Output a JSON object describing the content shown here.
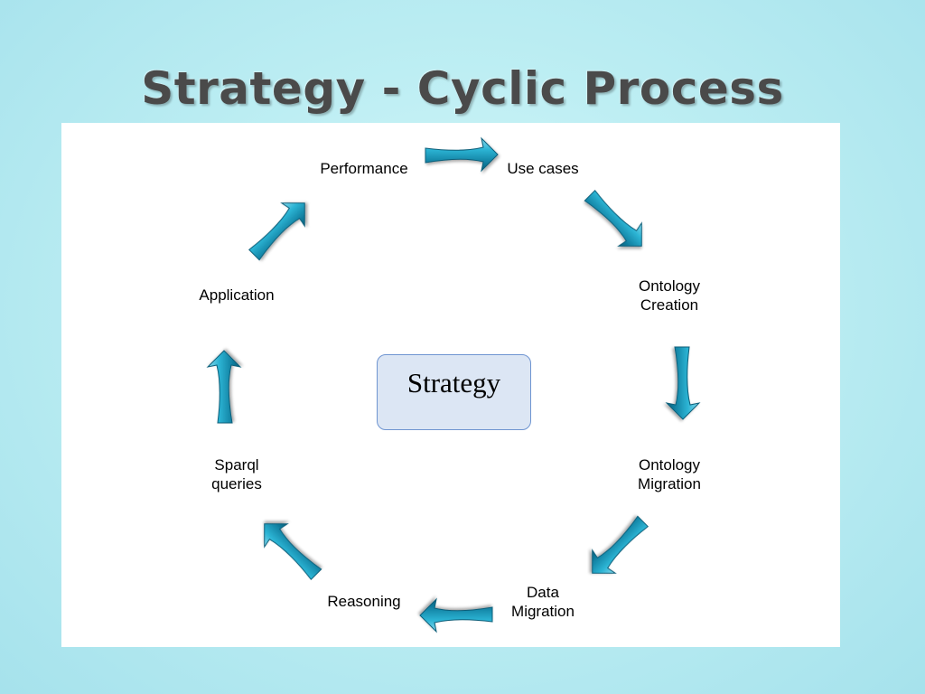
{
  "slide": {
    "title": "Strategy - Cyclic Process"
  },
  "diagram": {
    "center": "Strategy",
    "nodes": [
      "Use cases",
      "Ontology\nCreation",
      "Ontology\nMigration",
      "Data\nMigration",
      "Reasoning",
      "Sparql\nqueries",
      "Application",
      "Performance"
    ],
    "arrow_direction": "clockwise"
  },
  "colors": {
    "arrow_dark": "#0d6f8d",
    "arrow_mid": "#1fa1c3",
    "arrow_light": "#8ad9ec",
    "center_fill": "#dce6f4",
    "center_border": "#6f95d1",
    "title_text": "#4a4a4a"
  }
}
